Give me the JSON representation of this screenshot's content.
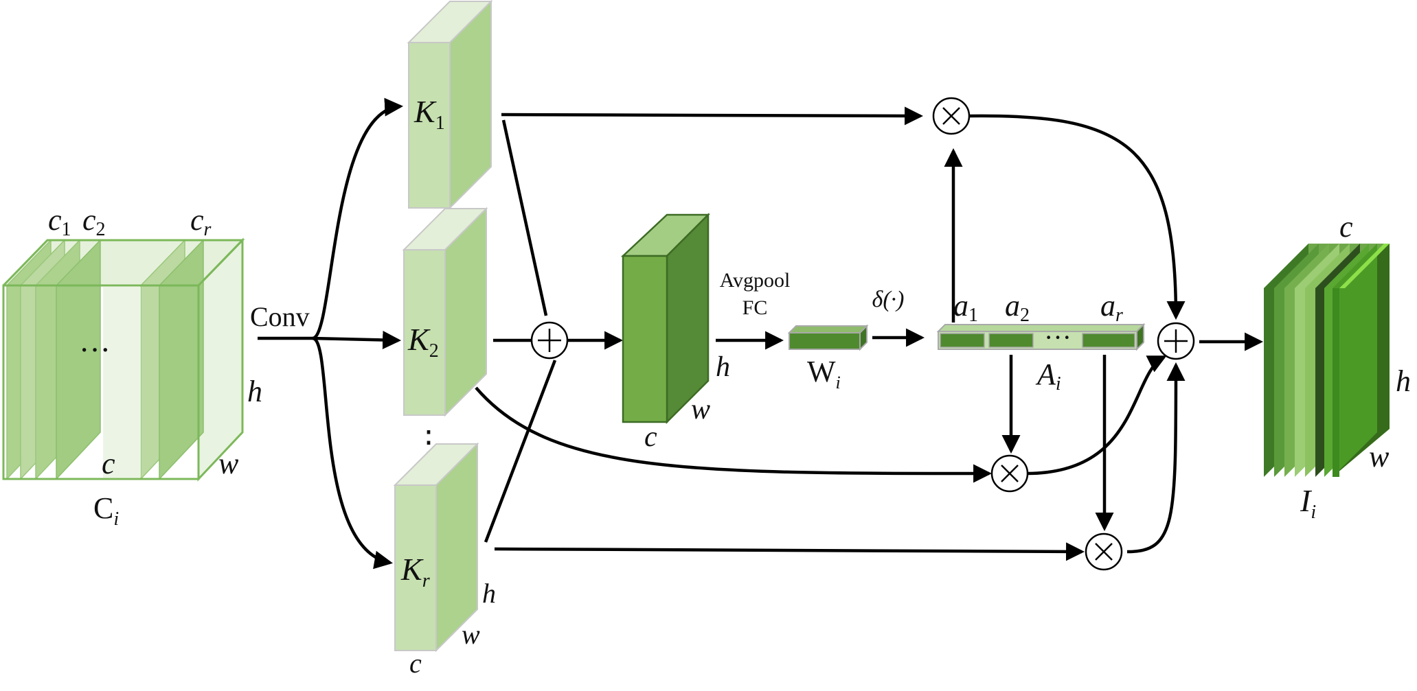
{
  "colors": {
    "pale_front": "#c6e0b0",
    "pale_top": "#e3efd8",
    "pale_side": "#acd28e",
    "pale_border": "#c8c8c8",
    "input_border": "#7cb85a",
    "mid_front": "#74ad48",
    "mid_top": "#a3cd82",
    "mid_side": "#558a36",
    "dark_border": "#3d6b25",
    "vec_front": "#4f8a2e",
    "vec_top": "#8fbc6c",
    "vec_border": "#a9a9a9",
    "arrow": "#000000"
  },
  "input": {
    "label_main": "C",
    "label_sub": "i",
    "channels": {
      "c1": "c",
      "c1_sub": "1",
      "c2": "c",
      "c2_sub": "2",
      "cr": "c",
      "cr_sub": "r"
    },
    "ellipsis": "···",
    "dim_c": "c",
    "dim_h": "h",
    "dim_w": "w"
  },
  "conv_label": "Conv",
  "kernels": {
    "k1": {
      "main": "K",
      "sub": "1"
    },
    "k2": {
      "main": "K",
      "sub": "2"
    },
    "kr": {
      "main": "K",
      "sub": "r",
      "dim_c": "c",
      "dim_h": "h",
      "dim_w": "w"
    },
    "vdots": "⋮"
  },
  "fused": {
    "dim_c": "c",
    "dim_h": "h",
    "dim_w": "w"
  },
  "pool_labels": {
    "line1": "Avgpool",
    "line2": "FC"
  },
  "weight": {
    "main": "W",
    "sub": "i"
  },
  "activation": "δ(·)",
  "attention": {
    "a1": {
      "main": "a",
      "sub": "1"
    },
    "a2": {
      "main": "a",
      "sub": "2"
    },
    "ar": {
      "main": "a",
      "sub": "r"
    },
    "A": {
      "main": "A",
      "sub": "i"
    },
    "dots": "···"
  },
  "output": {
    "main": "I",
    "sub": "i",
    "dim_c": "c",
    "dim_h": "h",
    "dim_w": "w"
  },
  "operators": {
    "add": "add-operator",
    "multiply": "multiply-operator"
  }
}
